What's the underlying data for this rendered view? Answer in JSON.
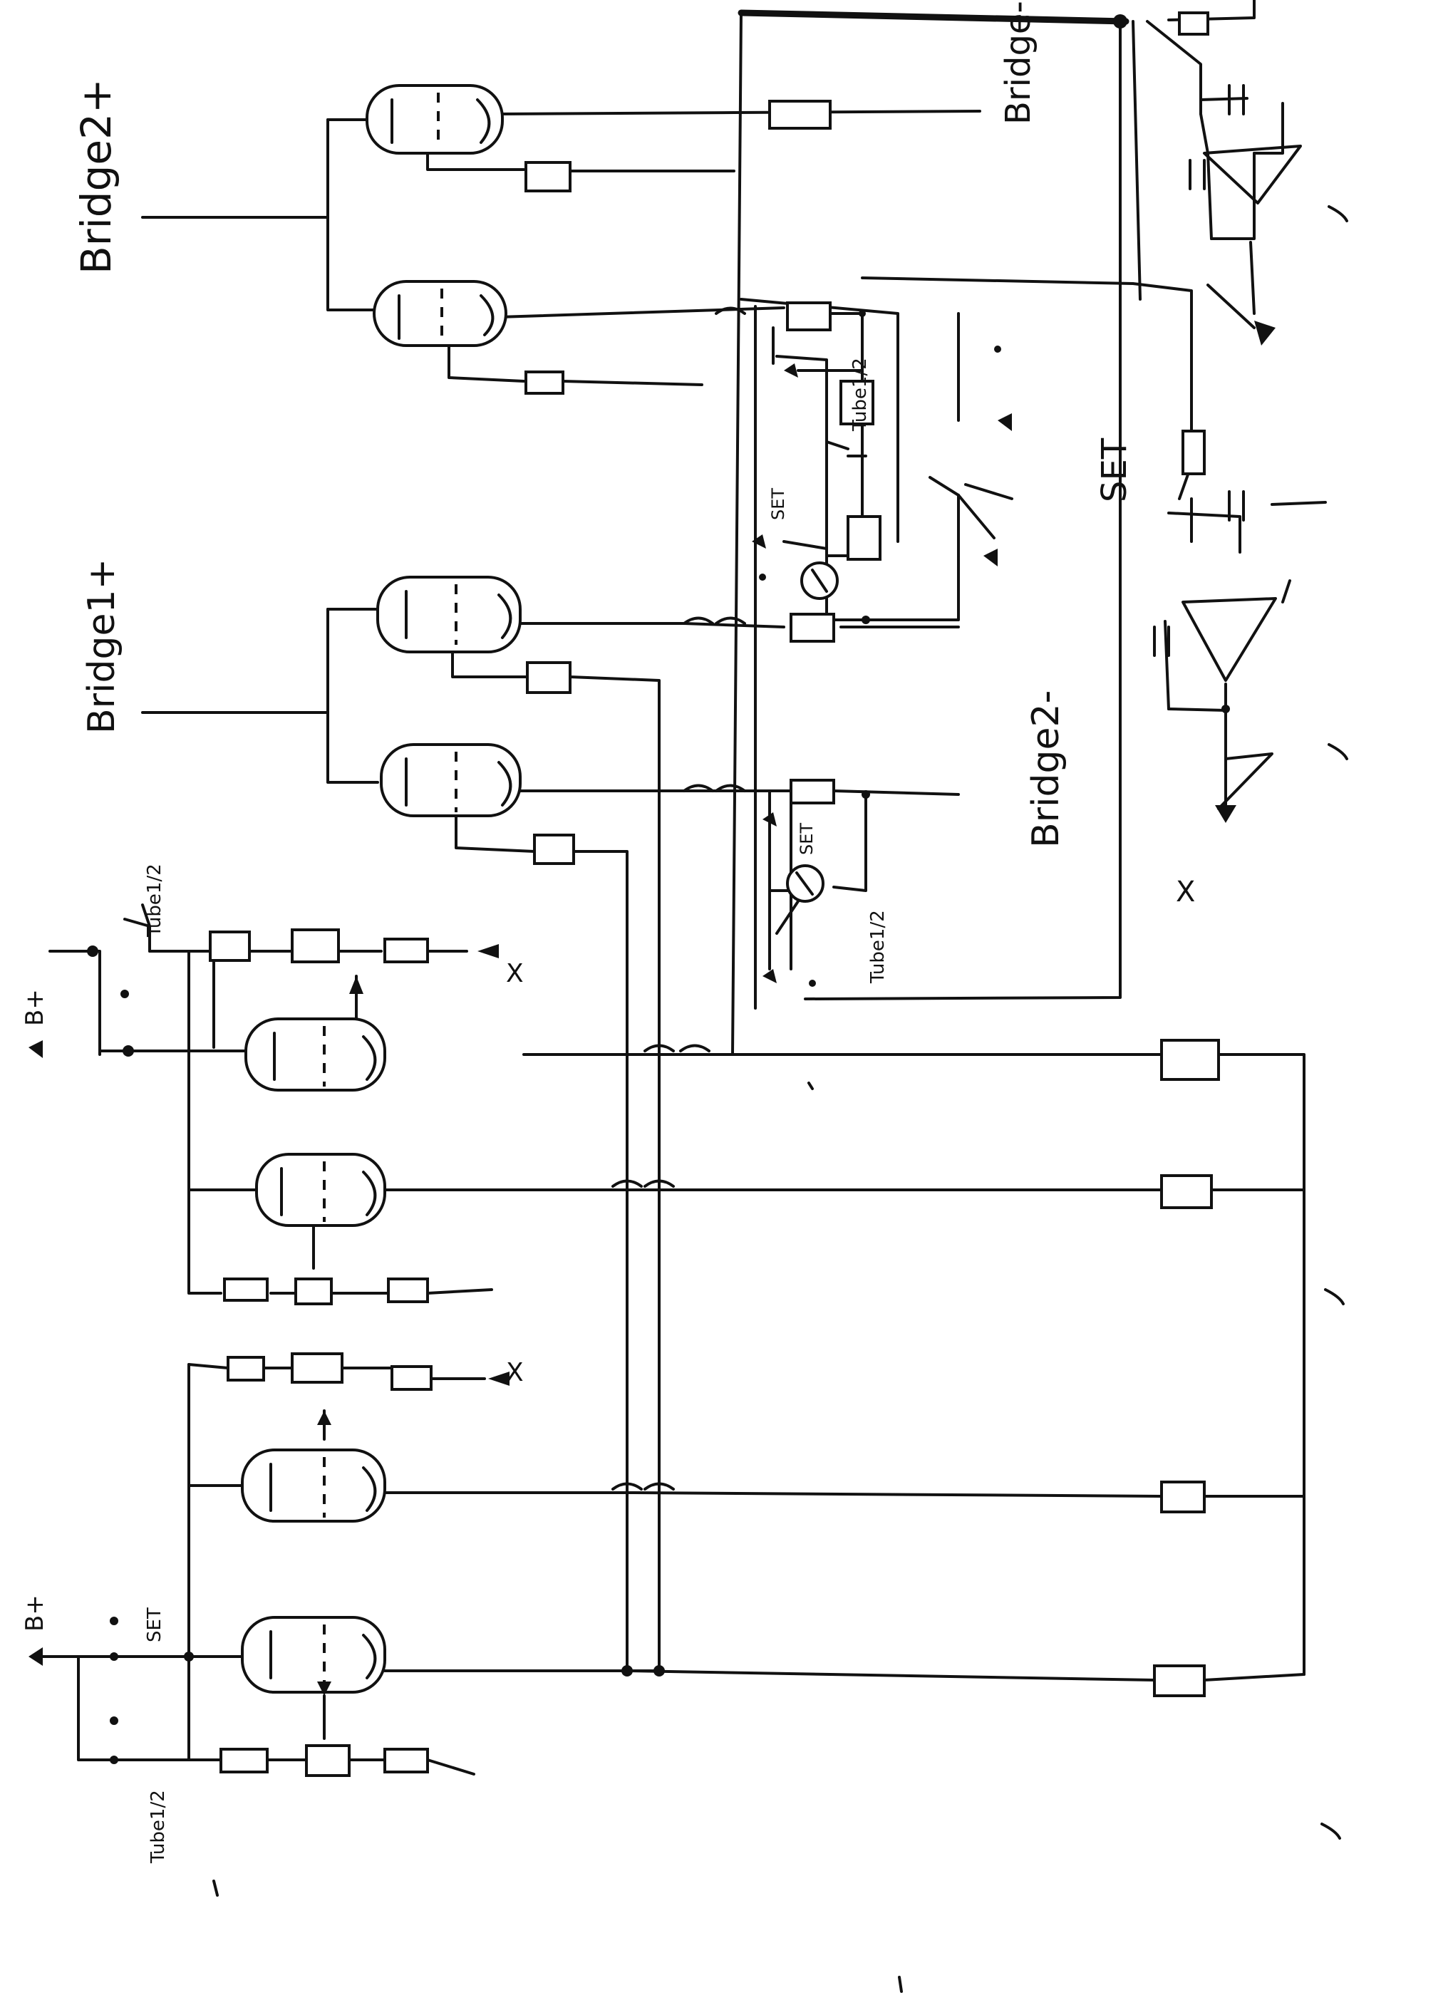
{
  "labels": {
    "bridge2_plus": "Bridge2+",
    "bridge1_plus": "Bridge1+",
    "bridge2_minus": "Bridge2-",
    "bridge_minus_top": "Bridge-",
    "set_main": "SET",
    "set_a": "SET",
    "set_b": "SET",
    "set_c": "SET",
    "tube_half_a": "Tube1/2",
    "tube_half_b": "Tube1/2",
    "tube_half_c": "Tube1/2",
    "tube_half_d": "Tube1/2",
    "bplus_a": "B+",
    "bplus_b": "B+",
    "x_a": "X",
    "x_b": "X",
    "x_c": "X"
  },
  "colors": {
    "ink": "#111111",
    "paper": "#ffffff"
  }
}
